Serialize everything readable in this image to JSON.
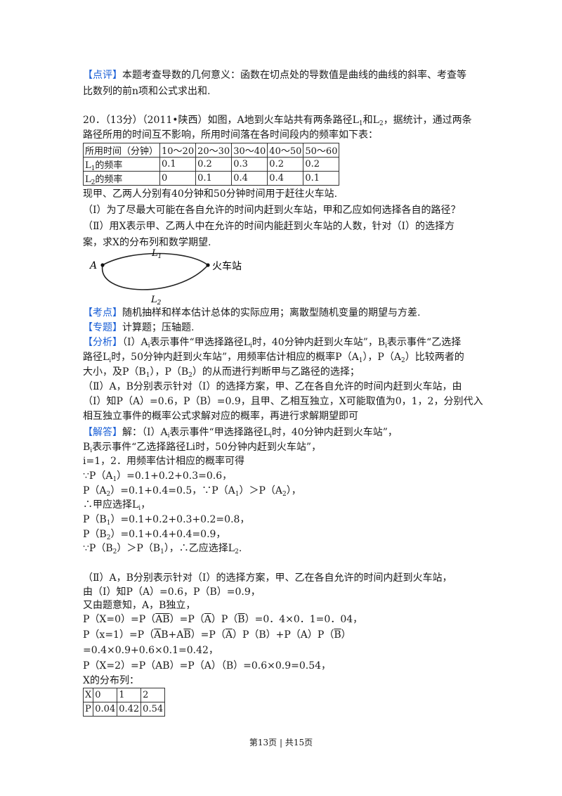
{
  "comment": {
    "tag": "【点评】",
    "line1": "本题考查导数的几何意义：函数在切点处的导数值是曲线的曲线的斜率、考查等",
    "line2": "比数列的前n项和公式求出和."
  },
  "problem": {
    "line1": "20．（13分）（2011•陕西）如图，A地到火车站共有两条路径L",
    "line1_s1": "1",
    "line1_mid": "和L",
    "line1_s2": "2",
    "line1_end": "，据统计，通过两条",
    "line2": "路径所用的时间互不影响，所用时间落在各时间段内的频率如下表：",
    "table": {
      "header": [
        "所用时间（分钟）",
        "10～20",
        "20～30",
        "30～40",
        "40～50",
        "50～60"
      ],
      "row1_label_pre": "L",
      "row1_label_sub": "1",
      "row1_label_post": "的频率",
      "row1": [
        "0.1",
        "0.2",
        "0.3",
        "0.2",
        "0.2"
      ],
      "row2_label_pre": "L",
      "row2_label_sub": "2",
      "row2_label_post": "的频率",
      "row2": [
        "0",
        "0.1",
        "0.4",
        "0.4",
        "0.1"
      ]
    },
    "line3": "现甲、乙两人分别有40分钟和50分钟时间用于赶往火车站.",
    "q1": "（Ⅰ）为了尽最大可能在各自允许的时间内赶到火车站，甲和乙应如何选择各自的路径？",
    "q2a": "（Ⅱ）用X表示甲、乙两人中在允许的时间内能赶到火车站的人数，针对（Ⅰ）的选择方",
    "q2b": "案，求X的分布列和数学期望.",
    "diagram": {
      "a": "A",
      "l1": "L",
      "l1s": "1",
      "l2": "L",
      "l2s": "2",
      "station": "火车站"
    }
  },
  "kaodian": {
    "tag": "【考点】",
    "text": "随机抽样和样本估计总体的实际应用；离散型随机变量的期望与方差."
  },
  "zhuanti": {
    "tag": "【专题】",
    "text": "计算题；压轴题."
  },
  "fenxi": {
    "tag": "【分析】",
    "l1a": "（Ⅰ）A",
    "l1s1": "i",
    "l1b": "表示事件“甲选择路径L",
    "l1s2": "i",
    "l1c": "时，40分钟内赶到火车站”，B",
    "l1s3": "i",
    "l1d": "表示事件“乙选择",
    "l2a": "路径L",
    "l2s1": "i",
    "l2b": "时，50分钟内赶到火车站”，用频率估计相应的概率P（A",
    "l2s2": "1",
    "l2c": "），P（A",
    "l2s3": "2",
    "l2d": "）比较两者的",
    "l3a": "大小，及P（B",
    "l3s1": "1",
    "l3b": "），P（B",
    "l3s2": "2",
    "l3c": "）的从而进行判断甲与乙路径的选择；",
    "l4": "（Ⅱ）A，B分别表示针对（Ⅰ）的选择方案，甲、乙在各自允许的时间内赶到火车站，由",
    "l5": "（Ⅰ）知P（A）=0.6，P（B）=0.9，且甲、乙相互独立，X可能取值为0，1，2，分别代入",
    "l6": "相互独立事件的概率公式求解对应的概率，再进行求解期望即可"
  },
  "jieda": {
    "tag": "【解答】",
    "l1a": "解：（Ⅰ）A",
    "l1s": "i",
    "l1b": "表示事件“甲选择路径L",
    "l1s2": "i",
    "l1c": "时，40分钟内赶到火车站”，",
    "l2a": "B",
    "l2s": "i",
    "l2b": "表示事件“乙选择路径Li时，50分钟内赶到火车站”，",
    "l3": "i=1，2．用频率估计相应的概率可得",
    "l4a": "∵P（A",
    "l4s": "1",
    "l4b": "）=0.1+0.2+0.3=0.6，",
    "l5a": "P（A",
    "l5s1": "2",
    "l5b": "）=0.1+0.4=0.5，∵P（A",
    "l5s2": "1",
    "l5c": "）＞P（A",
    "l5s3": "2",
    "l5d": "），",
    "l6a": "∴甲应选择L",
    "l6s": "i",
    "l6b": "，",
    "l7a": "P（B",
    "l7s": "1",
    "l7b": "）=0.1+0.2+0.3+0.2=0.8，",
    "l8a": "P（B",
    "l8s": "2",
    "l8b": "）=0.1+0.4+0.4=0.9，",
    "l9a": "∵P（B",
    "l9s1": "2",
    "l9b": "）＞P（B",
    "l9s2": "1",
    "l9c": "），∴乙应选择L",
    "l9s3": "2",
    "l9d": ".",
    "p2l1": "（Ⅱ）A，B分别表示针对（Ⅰ）的选择方案，甲、乙在各自允许的时间内赶到火车站，",
    "p2l2": "由（Ⅰ）知P（A）=0.6，P（B）=0.9，",
    "p2l3": "又由题意知，A，B独立，",
    "p2l4a": "P（X=0）=P（",
    "p2l4o1": "AB",
    "p2l4b": "）=P（",
    "p2l4o2": "A",
    "p2l4c": "）P（",
    "p2l4o3": "B",
    "p2l4d": "）=0．4×0．1=0．04，",
    "p2l5a": "P（x=1）=P（",
    "p2l5o1": "A",
    "p2l5b": "B+A",
    "p2l5o2": "B",
    "p2l5c": "）=P（",
    "p2l5o3": "A",
    "p2l5d": "）P（B）+P（A）P（",
    "p2l5o4": "B",
    "p2l5e": "）",
    "p2l6": "=0.4×0.9+0.6×0.1=0.42，",
    "p2l7": "P（X=2）=P（AB）=P（A）（B）=0.6×0.9=0.54，",
    "p2l8": "X的分布列：",
    "dist": {
      "r1": [
        "X",
        "0",
        "1",
        "2"
      ],
      "r2": [
        "P",
        "0.04",
        "0.42",
        "0.54"
      ]
    }
  },
  "footer": "第13页 | 共15页"
}
